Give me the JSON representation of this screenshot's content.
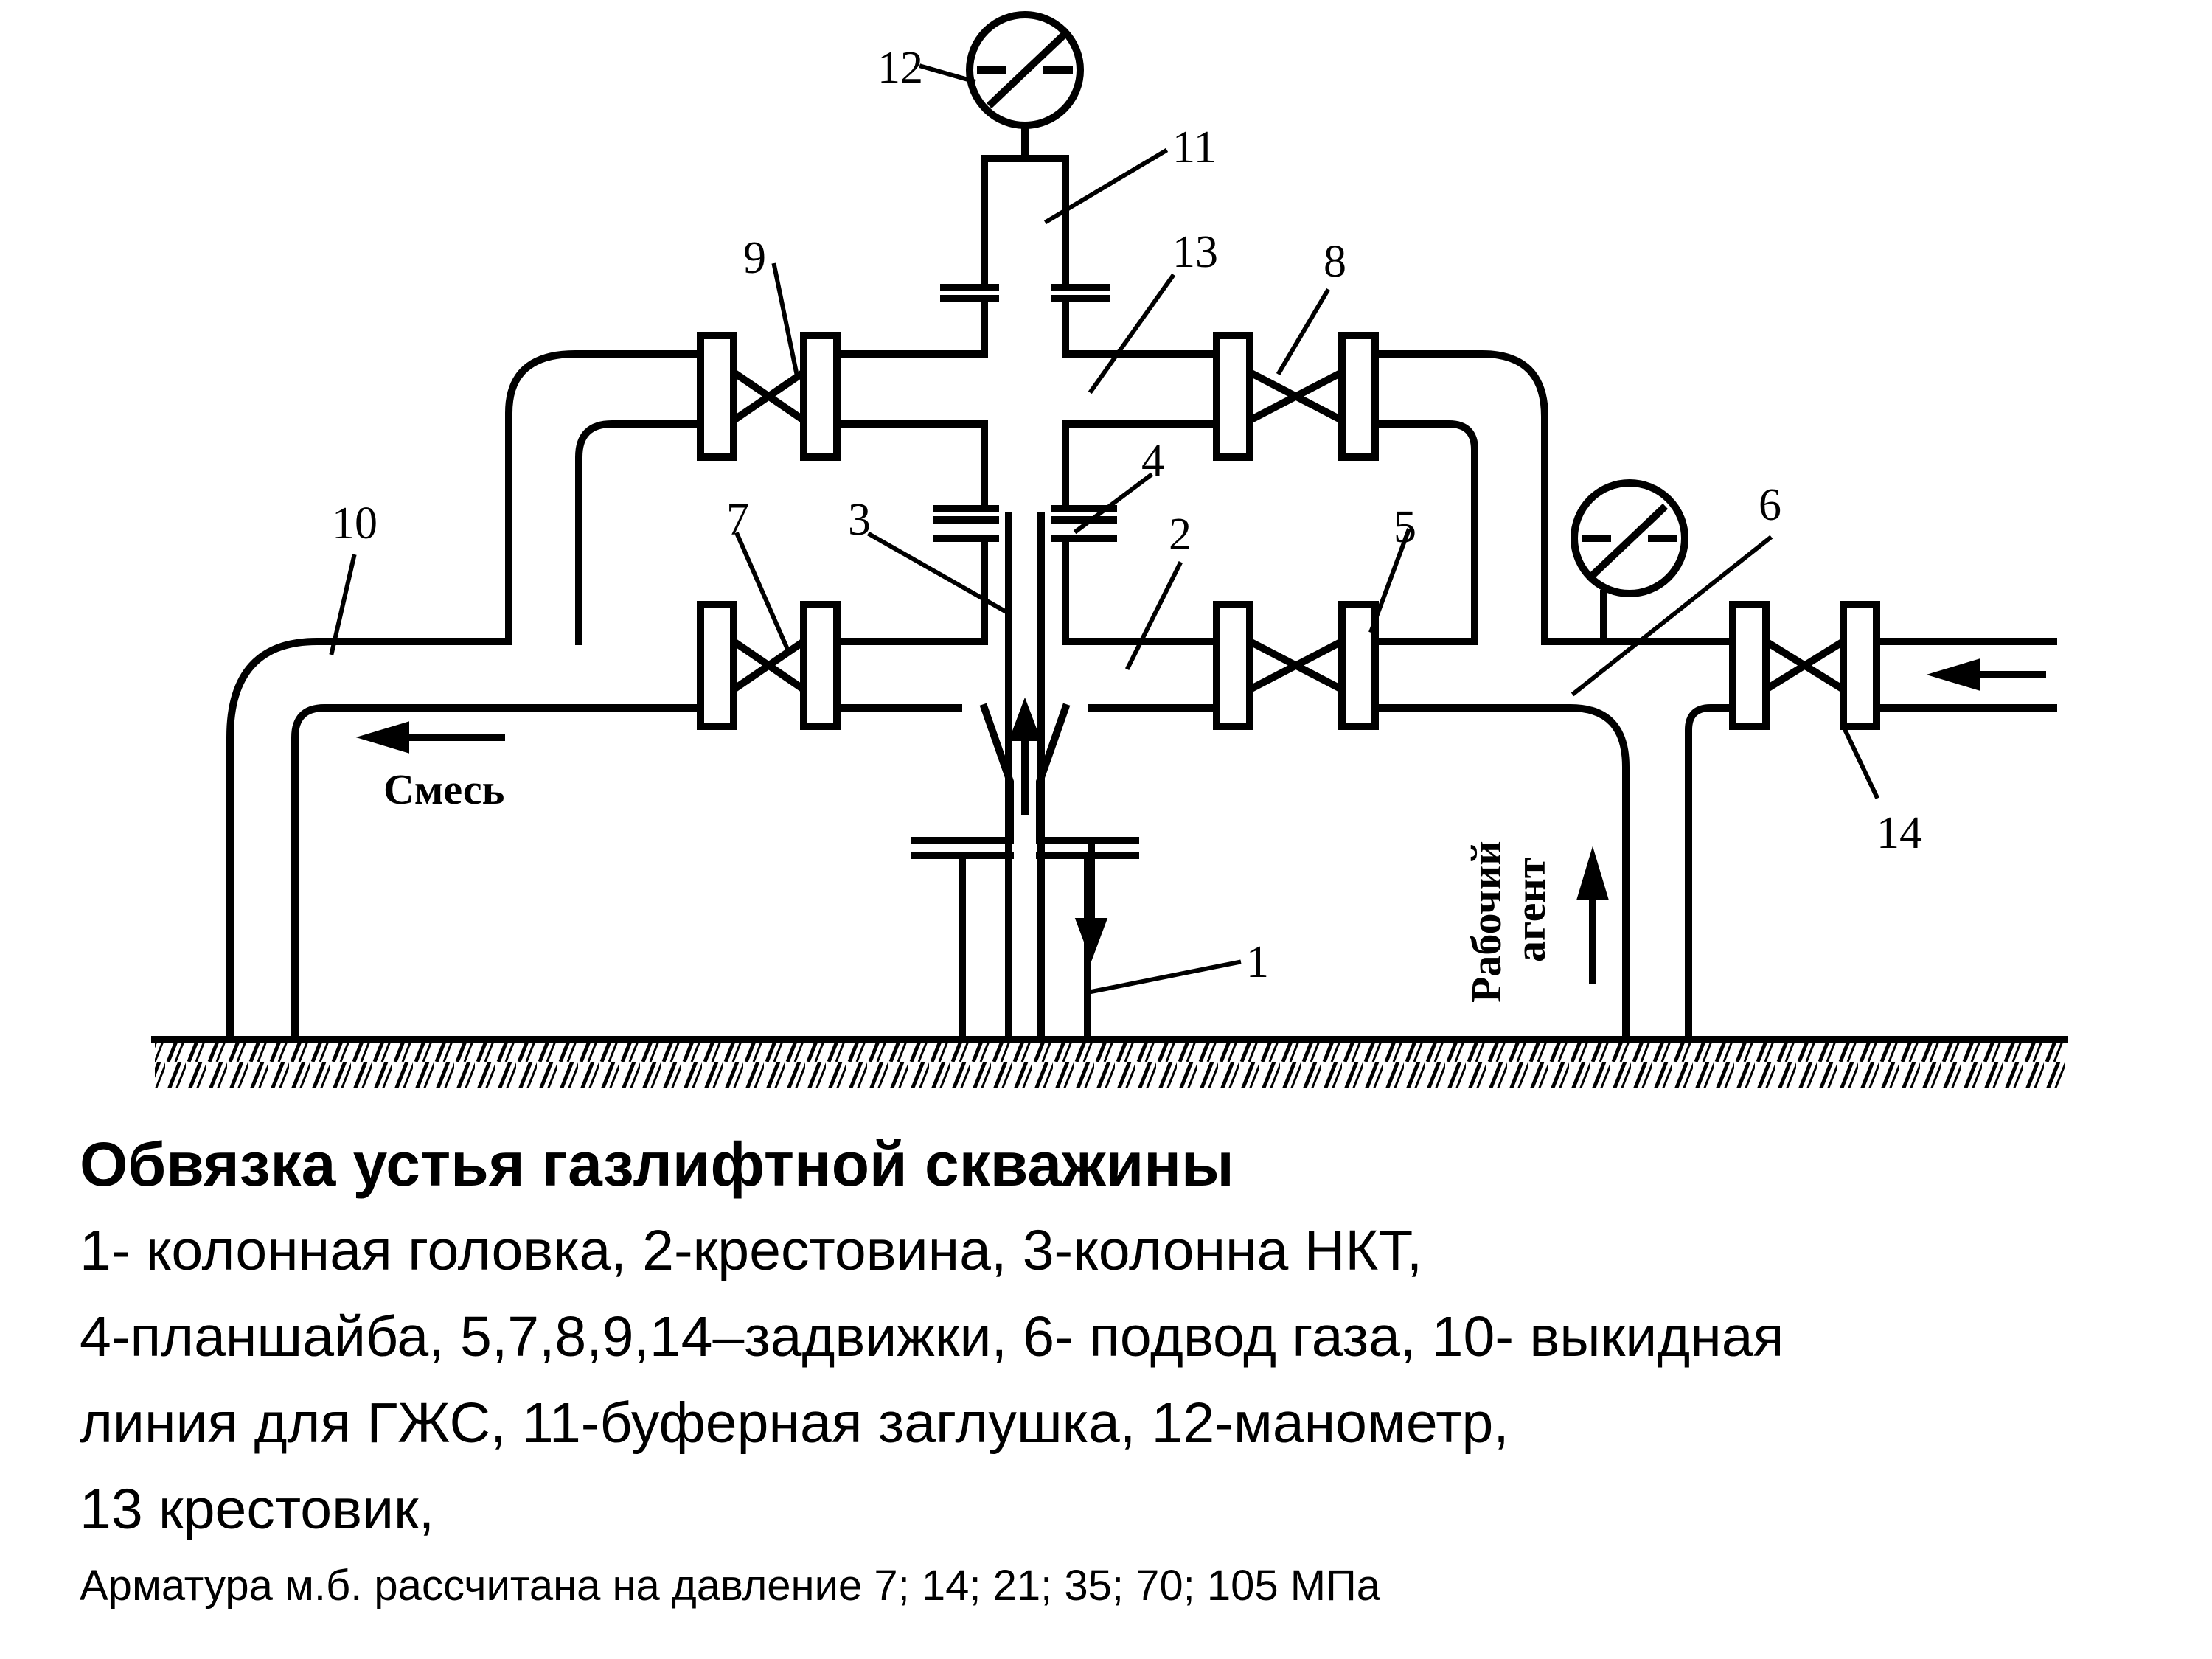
{
  "diagram": {
    "labels": {
      "n1": "1",
      "n2": "2",
      "n3": "3",
      "n4": "4",
      "n5": "5",
      "n6": "6",
      "n7": "7",
      "n8": "8",
      "n9": "9",
      "n10": "10",
      "n11": "11",
      "n12": "12",
      "n13": "13",
      "n14": "14"
    },
    "flow_mixture": "Смесь",
    "flow_agent_line1": "Рабочий",
    "flow_agent_line2": "агент"
  },
  "caption": {
    "title": "Обвязка устья газлифтной скважины",
    "lines": [
      "1- колонная головка, 2-крестовина, 3-колонна НКТ,",
      "4-планшайба, 5,7,8,9,14–задвижки, 6- подвод газа, 10- выкидная",
      "линия для ГЖС, 11-буферная заглушка, 12-манометр,",
      "13 крестовик,"
    ],
    "note": "Арматура м.б. рассчитана на давление  7; 14; 21; 35; 70; 105 МПа"
  }
}
